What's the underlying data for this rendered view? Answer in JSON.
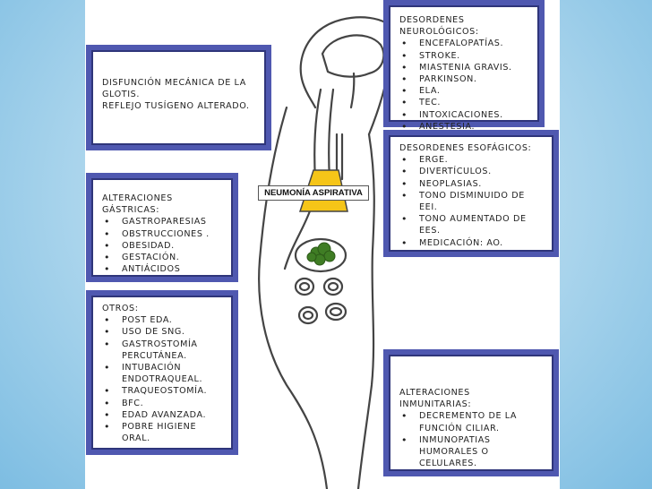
{
  "boxes": {
    "glotis": {
      "lines": [
        "DISFUNCIÓN MECÁNICA DE LA GLOTIS.",
        "REFLEJO TUSÍGENO ALTERADO."
      ]
    },
    "gastricas": {
      "title": "ALTERACIONES GÁSTRICAS:",
      "items": [
        "GASTROPARESIAS",
        "OBSTRUCCIONES .",
        "OBESIDAD.",
        "GESTACIÓN.",
        "ANTIÁCIDOS"
      ]
    },
    "otros": {
      "title": "OTROS:",
      "items": [
        "POST EDA.",
        "USO DE SNG.",
        "GASTROSTOMÍA PERCUTÁNEA.",
        "INTUBACIÓN ENDOTRAQUEAL.",
        "TRAQUEOSTOMÍA.",
        "BFC.",
        "EDAD AVANZADA.",
        "POBRE HIGIENE ORAL."
      ]
    },
    "neurologicos": {
      "title": "DESORDENES NEUROLÓGICOS:",
      "items": [
        "ENCEFALOPATÍAS.",
        "STROKE.",
        "MIASTENIA GRAVIS.",
        "PARKINSON.",
        "ELA.",
        "TEC.",
        "INTOXICACIONES.",
        "ANESTESIA."
      ]
    },
    "esofagicos": {
      "title": "DESORDENES ESOFÁGICOS:",
      "items": [
        "ERGE.",
        "DIVERTÍCULOS.",
        "NEOPLASIAS.",
        "TONO DISMINUIDO DE EEI.",
        "TONO AUMENTADO DE EES.",
        "MEDICACIÓN: AO."
      ]
    },
    "inmunitarias": {
      "title": "ALTERACIONES INMUNITARIAS:",
      "items": [
        "DECREMENTO DE LA FUNCIÓN CILIAR.",
        "INMUNOPATIAS HUMORALES O CELULARES."
      ]
    }
  },
  "figure": {
    "label": "NEUMONÍA ASPIRATIVA",
    "colors": {
      "outline": "#444444",
      "lung_fill": "#f5c518",
      "mass_fill": "#3f7d24",
      "box_border": "#4f58b0"
    }
  }
}
